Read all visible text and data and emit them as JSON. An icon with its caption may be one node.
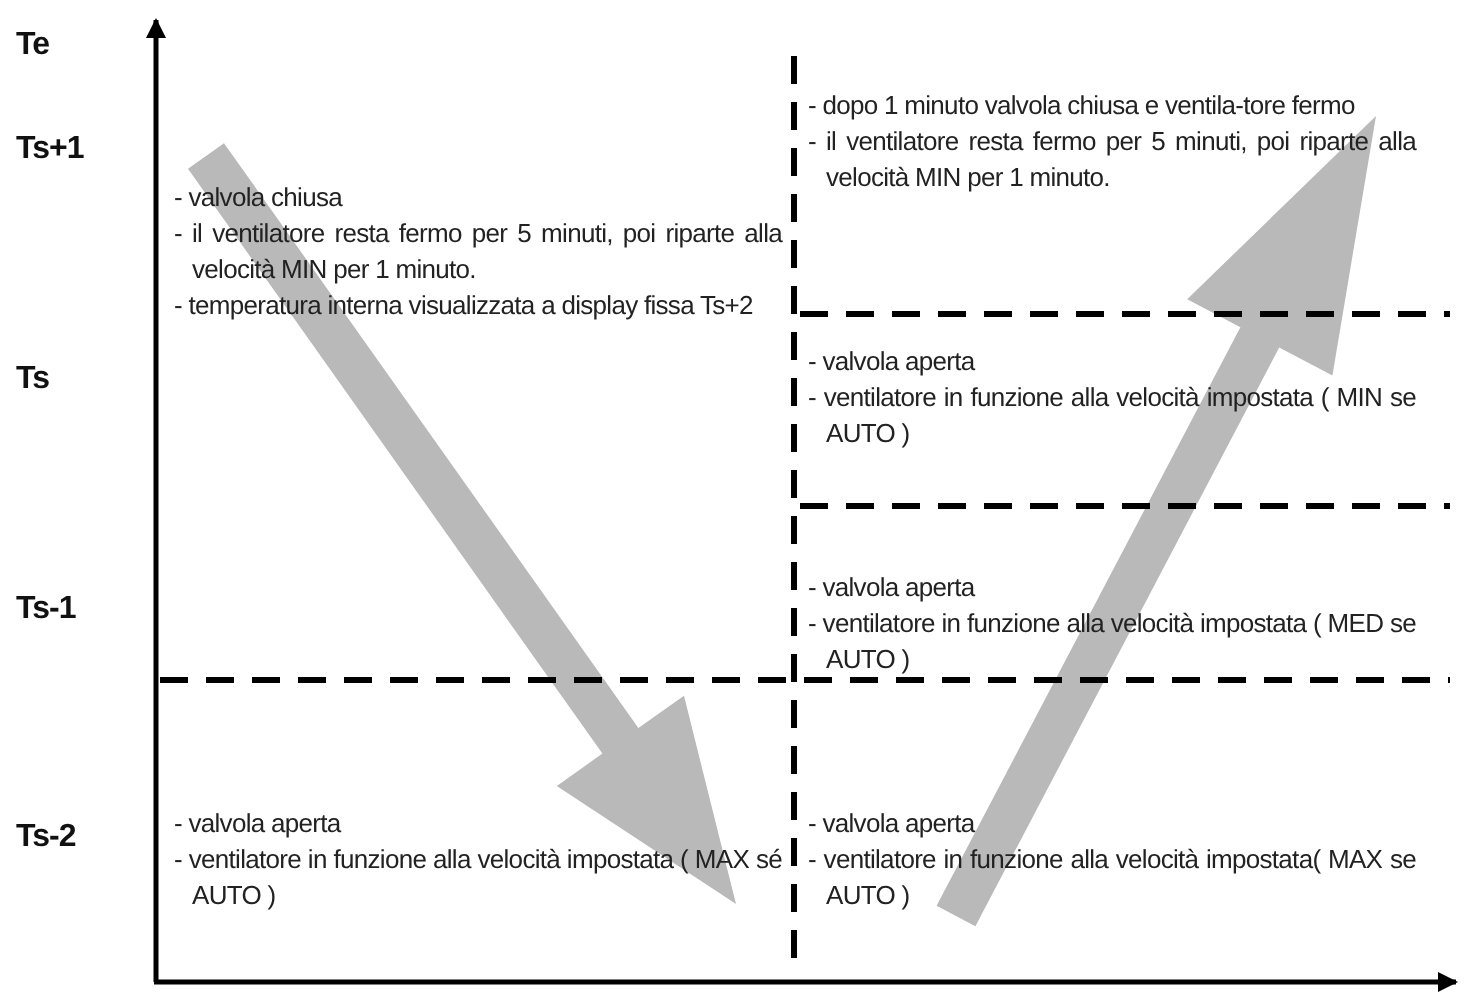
{
  "diagram": {
    "labels": [
      "Te",
      "Ts+1",
      "Ts",
      "Ts-1",
      "Ts-2",
      "- dopo 1 minuto valvola chiusa e ventila-tore fermo",
      "- il ventilatore resta fermo per 5 minuti, poi riparte alla velocità MIN per 1 minuto.",
      "- valvola chiusa",
      "- il ventilatore resta fermo per 5 minuti, poi riparte alla velocità MIN per 1 minuto.",
      "- temperatura interna visualizzata a display fissa Ts+2",
      "- valvola aperta",
      "- ventilatore in funzione alla velocità impostata ( MIN se AUTO )",
      "- valvola aperta",
      "- ventilatore in funzione alla velocità impostata ( MED se AUTO )",
      "- valvola aperta",
      "- ventilatore in funzione alla velocità impostata ( MAX sé AUTO )",
      "- valvola aperta",
      "- ventilatore in funzione alla velocità impostata( MAX se AUTO )"
    ]
  }
}
